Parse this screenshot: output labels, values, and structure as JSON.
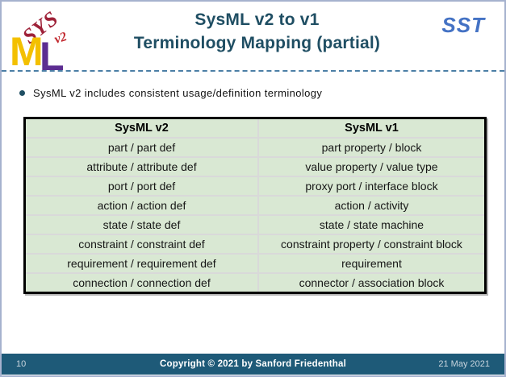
{
  "header": {
    "title_line1": "SysML v2 to v1",
    "title_line2": "Terminology Mapping (partial)",
    "sst_label": "SST",
    "logo": {
      "sys": "SYS",
      "m": "M",
      "l": "L",
      "v2": "v2"
    }
  },
  "body": {
    "bullet_text": "SysML v2 includes consistent usage/definition terminology"
  },
  "table": {
    "headers": [
      "SysML v2",
      "SysML v1"
    ],
    "rows": [
      [
        "part / part def",
        "part property / block"
      ],
      [
        "attribute / attribute def",
        "value property / value type"
      ],
      [
        "port / port def",
        "proxy port / interface block"
      ],
      [
        "action / action def",
        "action / activity"
      ],
      [
        "state / state def",
        "state / state machine"
      ],
      [
        "constraint / constraint def",
        "constraint property / constraint block"
      ],
      [
        "requirement / requirement def",
        "requirement"
      ],
      [
        "connection / connection def",
        "connector / association block"
      ]
    ]
  },
  "footer": {
    "page_number": "10",
    "copyright": "Copyright © 2021 by Sanford Friedenthal",
    "date": "21 May 2021"
  },
  "colors": {
    "title": "#1F4E63",
    "sst": "#4472C4",
    "dashed_line": "#4C7FA6",
    "slide_border": "#A6B2CE",
    "table_bg": "#D9E8D3",
    "table_grid": "#D9D9D9",
    "footer_bg": "#1E5A78",
    "logo_sys_red": "#9E2138",
    "logo_m_yellow": "#F3C000",
    "logo_l_purple": "#5C2D91",
    "logo_v2_red": "#C1272D"
  }
}
